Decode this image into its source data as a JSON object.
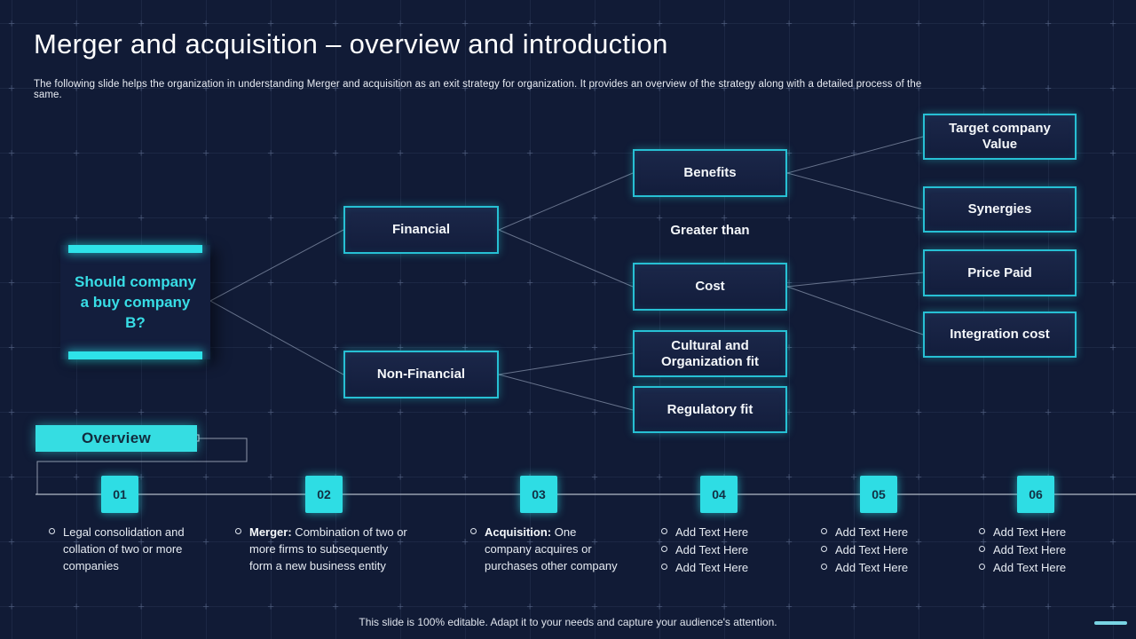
{
  "title": "Merger and acquisition – overview and introduction",
  "subtitle": "The following slide helps the organization in understanding Merger and acquisition as an exit strategy for organization. It provides an overview of the strategy along with a detailed process of the same.",
  "footer": "This slide is 100% editable. Adapt it to your needs and capture your audience's attention.",
  "colors": {
    "background": "#111b36",
    "accent_cyan": "#2edde4",
    "box_border": "#27c0d4",
    "box_fill": "#17214a",
    "connector": "#aab6cc"
  },
  "diagram": {
    "root_question": "Should company a buy company B?",
    "nodes": {
      "financial": "Financial",
      "non_financial": "Non-Financial",
      "benefits": "Benefits",
      "greater_than": "Greater than",
      "cost": "Cost",
      "cultural": "Cultural and Organization fit",
      "regulatory": "Regulatory fit",
      "target_value": "Target company Value",
      "synergies": "Synergies",
      "price_paid": "Price Paid",
      "integration_cost": "Integration cost"
    }
  },
  "overview_label": "Overview",
  "timeline": {
    "steps": [
      {
        "number": "01",
        "bullets": [
          {
            "text": "Legal consolidation and collation of two or more companies"
          }
        ]
      },
      {
        "number": "02",
        "bullets": [
          {
            "lead": "Merger:",
            "text": " Combination of two or more firms to subsequently form a new business entity"
          }
        ]
      },
      {
        "number": "03",
        "bullets": [
          {
            "lead": "Acquisition:",
            "text": " One company acquires or purchases other company"
          }
        ]
      },
      {
        "number": "04",
        "bullets": [
          {
            "text": "Add Text Here"
          },
          {
            "text": "Add Text Here"
          },
          {
            "text": "Add Text Here"
          }
        ]
      },
      {
        "number": "05",
        "bullets": [
          {
            "text": "Add Text Here"
          },
          {
            "text": "Add Text Here"
          },
          {
            "text": "Add Text Here"
          }
        ]
      },
      {
        "number": "06",
        "bullets": [
          {
            "text": "Add Text Here"
          },
          {
            "text": "Add Text Here"
          },
          {
            "text": "Add Text Here"
          }
        ]
      }
    ]
  }
}
